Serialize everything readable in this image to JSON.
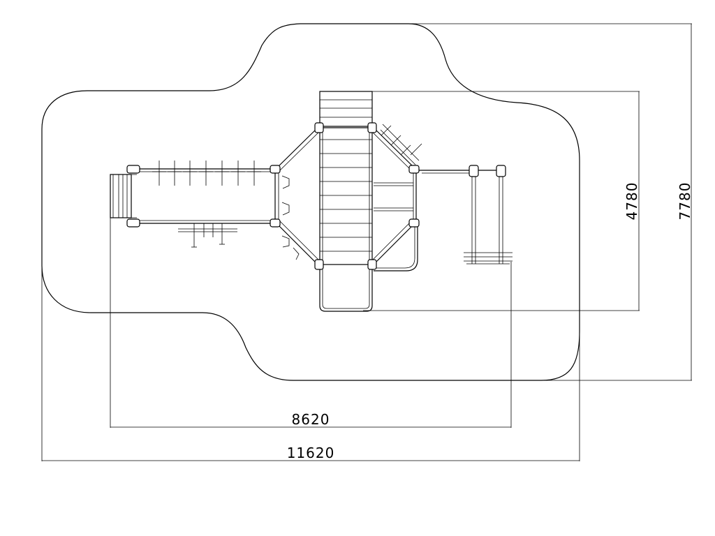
{
  "dimensions": {
    "inner_width": "8620",
    "outer_width": "11620",
    "inner_depth": "4780",
    "outer_depth": "7780"
  }
}
